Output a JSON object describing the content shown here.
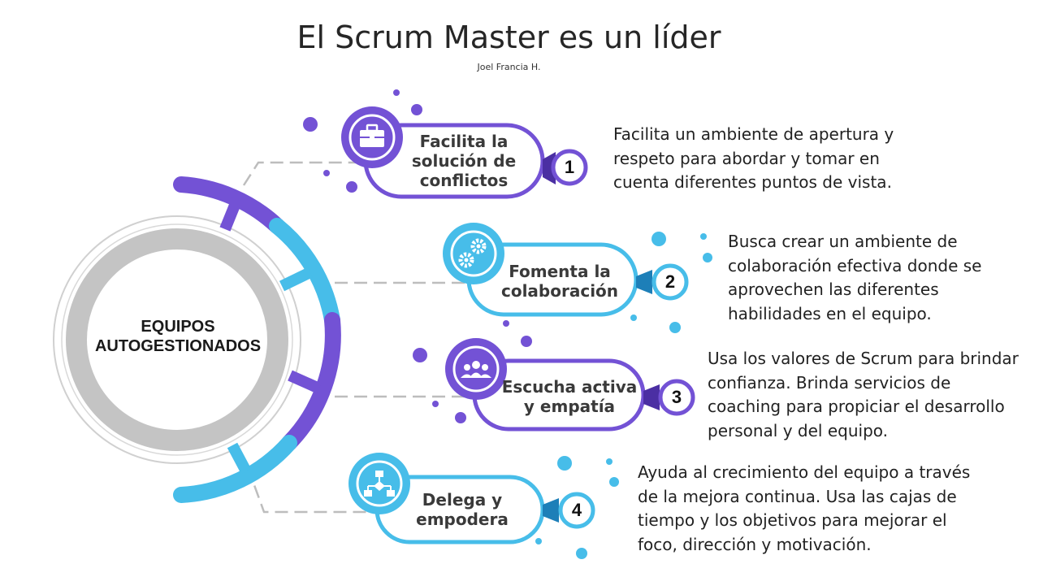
{
  "title": "El Scrum Master es un líder",
  "author": "Joel Francia H.",
  "hub": {
    "label": "EQUIPOS AUTOGESTIONADOS"
  },
  "colors": {
    "purple": "#7352d5",
    "blue": "#47bde9",
    "hub_gray": "#c4c4c4",
    "connector": "#bdbdbd"
  },
  "steps": [
    {
      "number": "1",
      "label": "Facilita la solución de conflictos",
      "icon": "briefcase-icon",
      "color": "purple",
      "description": "Facilita un ambiente de apertura y respeto para abordar y tomar en cuenta diferentes puntos de vista."
    },
    {
      "number": "2",
      "label": "Fomenta la colaboración",
      "icon": "gears-icon",
      "color": "blue",
      "description": "Busca crear un ambiente de colaboración efectiva donde se aprovechen las diferentes habilidades en el equipo."
    },
    {
      "number": "3",
      "label": "Escucha activa y empatía",
      "icon": "team-icon",
      "color": "purple",
      "description": "Usa los valores de Scrum para brindar confianza. Brinda servicios de coaching para propiciar el desarrollo personal y del equipo."
    },
    {
      "number": "4",
      "label": "Delega y empodera",
      "icon": "org-chart-icon",
      "color": "blue",
      "description": "Ayuda al crecimiento del equipo a través de la mejora continua. Usa las cajas de tiempo y los objetivos para mejorar el foco, dirección y motivación."
    }
  ]
}
